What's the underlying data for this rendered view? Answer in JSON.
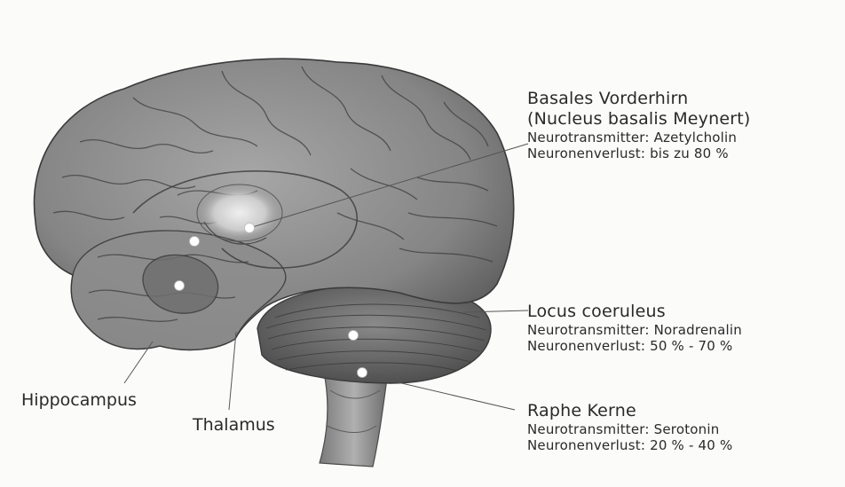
{
  "labels": {
    "basal": {
      "title_line1": "Basales Vorderhirn",
      "title_line2": "(Nucleus basalis Meynert)",
      "transmitter": "Neurotransmitter: Azetylcholin",
      "loss": "Neuronenverlust: bis zu 80 %"
    },
    "locus": {
      "title": "Locus coeruleus",
      "transmitter": "Neurotransmitter: Noradrenalin",
      "loss": "Neuronenverlust: 50 % - 70 %"
    },
    "raphe": {
      "title": "Raphe Kerne",
      "transmitter": "Neurotransmitter: Serotonin",
      "loss": "Neuronenverlust: 20 % - 40 %"
    },
    "hippocampus": "Hippocampus",
    "thalamus": "Thalamus"
  },
  "colors": {
    "cortex": "#8e8e8e",
    "cortex_dark": "#5e5e5e",
    "sulci": "#3c3c3c",
    "cerebellum": "#6f6f6f",
    "brainstem": "#9a9a9a",
    "marker": "#ffffff",
    "leader_line": "#555555"
  }
}
